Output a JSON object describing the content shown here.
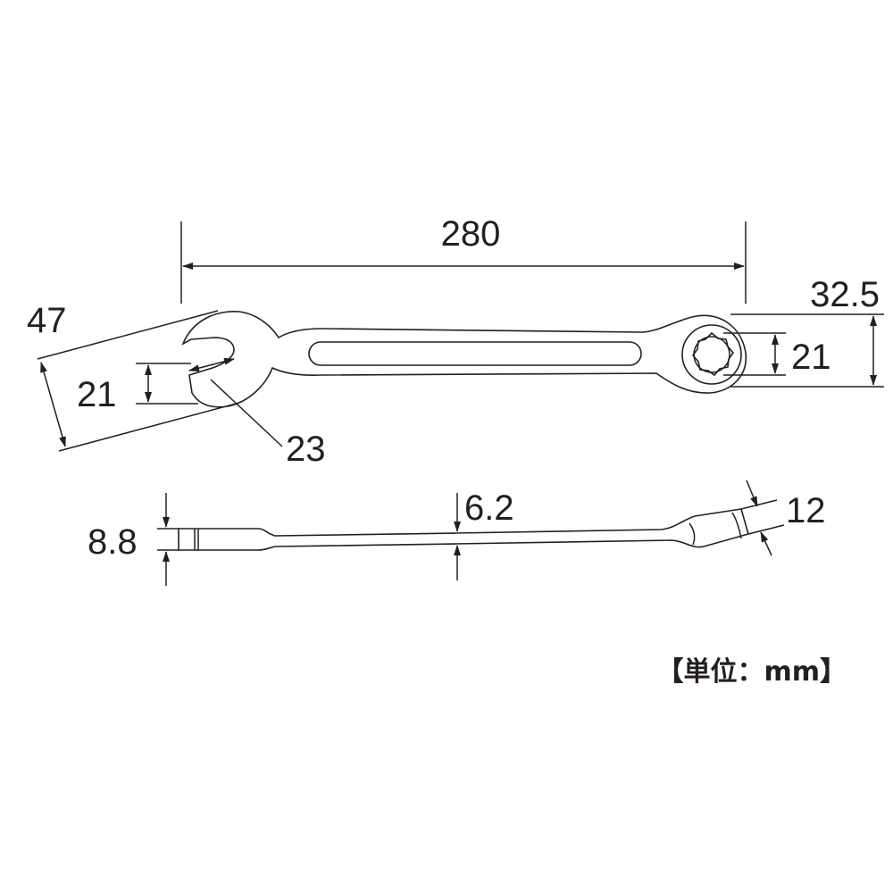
{
  "dimensions": {
    "overall_length": "280",
    "ring_head_width": "32.5",
    "ring_size": "21",
    "open_head_width": "47",
    "open_size": "21",
    "open_angle": "23",
    "open_end_thickness": "8.8",
    "shank_thickness": "6.2",
    "ring_end_thickness": "12"
  },
  "unit_label": "【単位：mm】",
  "colors": {
    "line": "#231f20",
    "background": "#ffffff"
  }
}
